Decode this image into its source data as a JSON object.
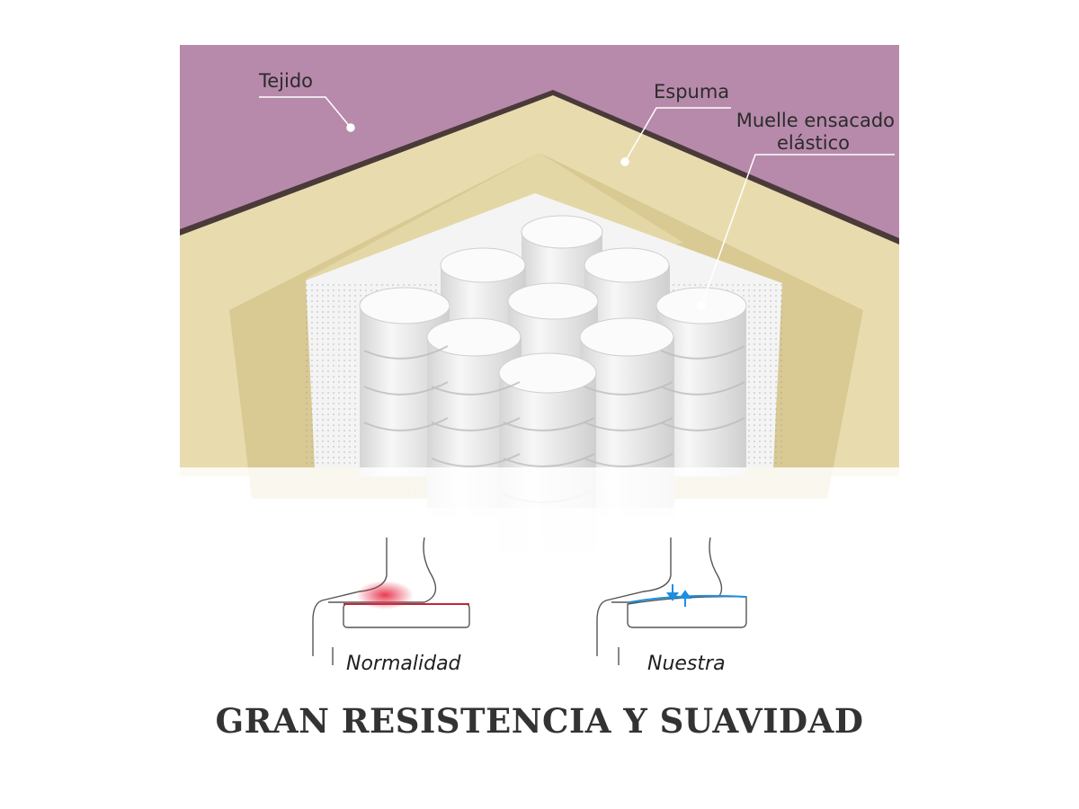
{
  "labels": {
    "tejido": "Tejido",
    "espuma": "Espuma",
    "muelle_line1": "Muelle ensacado",
    "muelle_line2": "elástico"
  },
  "comparison": {
    "normal_caption": "Normalidad",
    "ours_caption": "Nuestra"
  },
  "headline": "GRAN RESISTENCIA Y SUAVIDAD",
  "colors": {
    "fabric": "#b78aab",
    "foam": "#e8dcae",
    "springs": "#ececec",
    "pressure_point": "#e8304a",
    "support_arrows": "#1e8fe0"
  }
}
